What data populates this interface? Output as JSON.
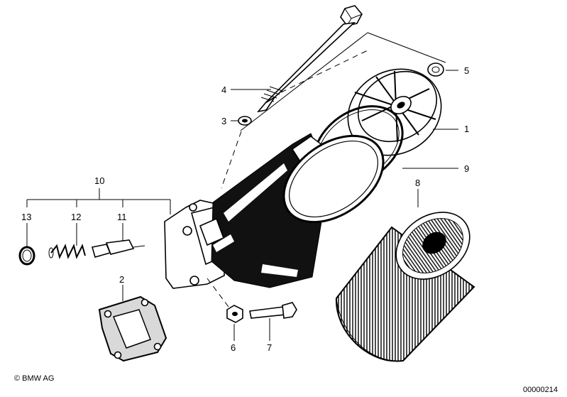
{
  "callouts": {
    "c1": "1",
    "c2": "2",
    "c3": "3",
    "c4": "4",
    "c5": "5",
    "c6": "6",
    "c7": "7",
    "c8": "8",
    "c9": "9",
    "c10": "10",
    "c11": "11",
    "c12": "12",
    "c13": "13"
  },
  "footer": {
    "copyright": "© BMW AG",
    "diagram_number": "00000214"
  }
}
